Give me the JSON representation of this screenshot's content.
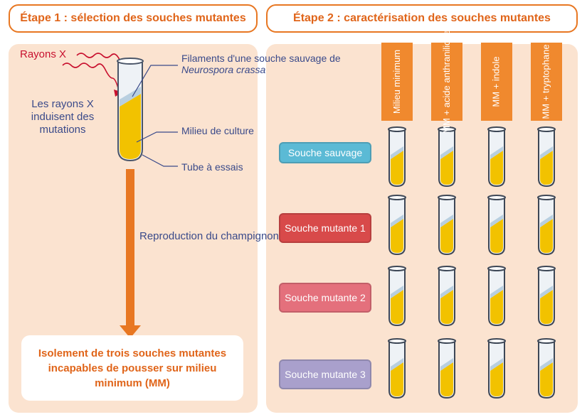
{
  "step1": {
    "title": "Étape 1 : sélection des souches mutantes",
    "rays_label": "Rayons X",
    "mutation_text": "Les rayons X induisent des mutations",
    "annotation_filaments_a": "Filaments d'une souche sauvage de",
    "annotation_filaments_b": "Neurospora crassa",
    "annotation_medium": "Milieu de culture",
    "annotation_tube": "Tube à essais",
    "reproduction_text": "Reproduction du champignon",
    "result_text": "Isolement de trois souches mutantes incapables de pousser sur milieu minimum (MM)"
  },
  "step2": {
    "title": "Étape 2 : caractérisation des souches mutantes",
    "columns": [
      "Milieu minimum",
      "MM + acide anthranilique",
      "MM + indole",
      "MM + tryptophane"
    ],
    "strains": [
      {
        "label": "Souche sauvage",
        "color": "#5bbad5"
      },
      {
        "label": "Souche mutante 1",
        "color": "#d84a4a"
      },
      {
        "label": "Souche mutante 2",
        "color": "#e4707c"
      },
      {
        "label": "Souche mutante 3",
        "color": "#a9a0cc"
      }
    ]
  },
  "colors": {
    "orange": "#e87722",
    "panel": "#fbe3d0",
    "medium": "#f2c200",
    "filament": "#b8cfe0",
    "text": "#3a4a8a"
  }
}
